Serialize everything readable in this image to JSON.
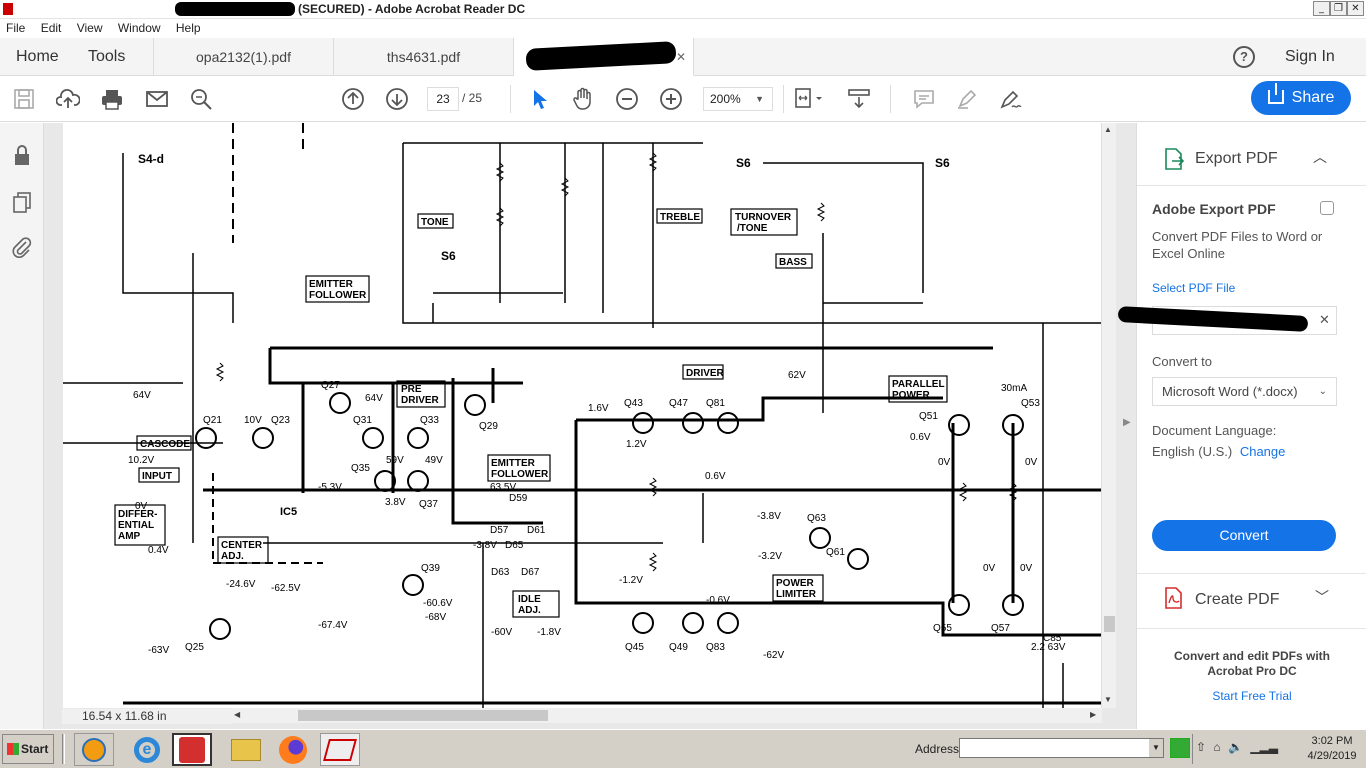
{
  "window": {
    "title_prefix": "",
    "title": "(SECURED) - Adobe Acrobat Reader DC",
    "controls": [
      "minimize",
      "restore",
      "close"
    ]
  },
  "menu": [
    "File",
    "Edit",
    "View",
    "Window",
    "Help"
  ],
  "tabs": {
    "home": "Home",
    "tools": "Tools",
    "documents": [
      {
        "label": "opa2132(1).pdf"
      },
      {
        "label": "ths4631.pdf"
      },
      {
        "label": ""
      }
    ],
    "help": "?",
    "sign_in": "Sign In"
  },
  "toolbar": {
    "page_current": "23",
    "page_total": "/ 25",
    "zoom": "200%",
    "share": "Share"
  },
  "document": {
    "page_size": "16.54 x 11.68 in",
    "schematic_labels": {
      "tone": "TONE",
      "treble": "TREBLE",
      "turnover": "TURNOVER\n/TONE",
      "bass": "BASS",
      "emitter_follower": "EMITTER\nFOLLOWER",
      "pre_driver": "PRE\nDRIVER",
      "driver": "DRIVER",
      "parallel_power": "PARALLEL\nPOWER",
      "cascode": "CASCODE",
      "input": "INPUT",
      "differential_amp": "DIFFER-\nENTIAL\nAMP",
      "center_adj": "CENTER\nADJ.",
      "idle_adj": "IDLE\nADJ.",
      "power_limiter": "POWER\nLIMITER",
      "emitter_follower_2": "EMITTER\nFOLLOWER",
      "s4d": "S4-d",
      "s6": "S6"
    }
  },
  "right_pane": {
    "export_title": "Export PDF",
    "adobe_export": "Adobe Export PDF",
    "desc": "Convert PDF Files to Word or Excel Online",
    "select_file": "Select PDF File",
    "convert_to": "Convert to",
    "format": "Microsoft Word (*.docx)",
    "doc_lang_label": "Document Language:",
    "doc_lang": "English (U.S.)",
    "change": "Change",
    "convert_btn": "Convert",
    "create_pdf": "Create PDF",
    "promo": "Convert and edit PDFs with Acrobat Pro DC",
    "trial": "Start Free Trial"
  },
  "taskbar": {
    "start": "Start",
    "address_label": "Address",
    "time": "3:02 PM",
    "date": "4/29/2019"
  },
  "colors": {
    "accent": "#1473e6",
    "taskbar": "#d4d0c8"
  }
}
